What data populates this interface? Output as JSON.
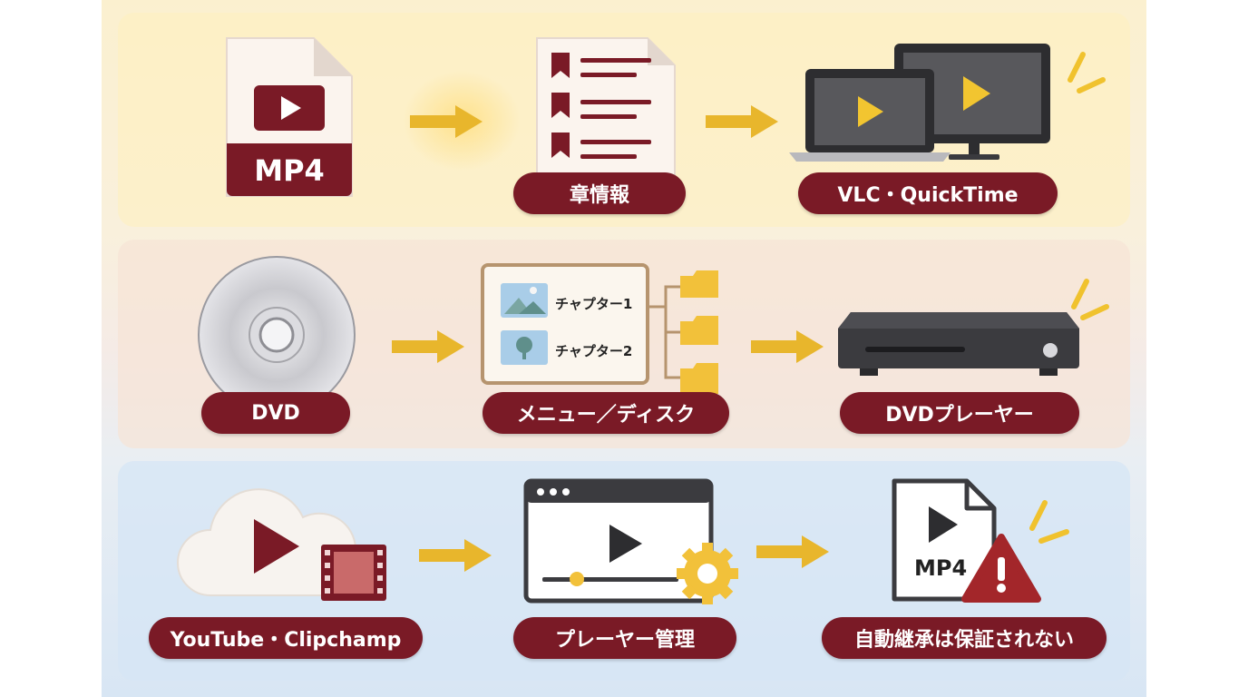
{
  "rows": [
    {
      "source_label": "MP4",
      "middle_label": "章情報",
      "target_label": "VLC・QuickTime"
    },
    {
      "source_label": "DVD",
      "middle_label": "メニュー／ディスク",
      "target_label": "DVDプレーヤー",
      "chapters": [
        "チャプター1",
        "チャプター2"
      ]
    },
    {
      "source_label": "YouTube・Clipchamp",
      "middle_label": "プレーヤー管理",
      "target_label": "自動継承は保証されない",
      "file_label": "MP4"
    }
  ],
  "colors": {
    "accent": "#7a1a26",
    "arrow": "#e8b62c",
    "warning": "#a3262a",
    "band_top": "#fbf0cf",
    "band_middle": "#f5ebe6",
    "band_bottom": "#d8e6f4"
  },
  "icons": [
    "mp4-file-icon",
    "chapter-list-icon",
    "laptop-monitor-icon",
    "dvd-disc-icon",
    "menu-disc-icon",
    "dvd-player-icon",
    "cloud-video-icon",
    "player-settings-icon",
    "mp4-warning-icon"
  ]
}
